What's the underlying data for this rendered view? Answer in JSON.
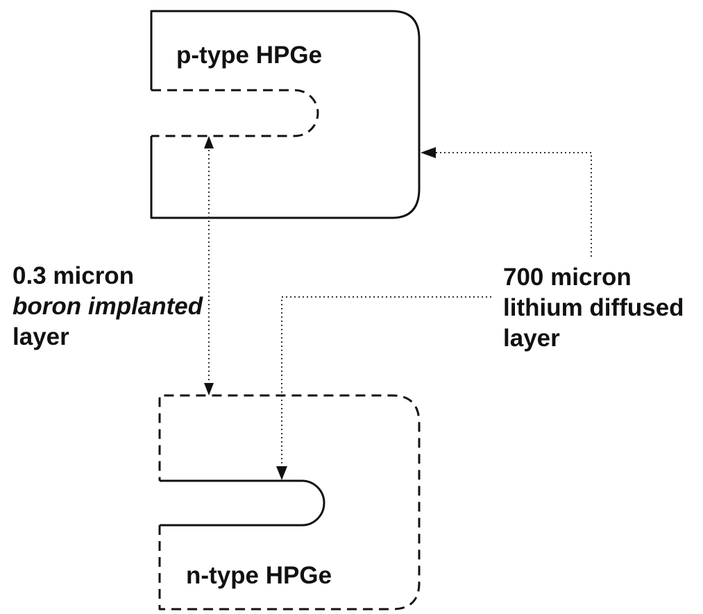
{
  "detector_p": {
    "label": "p-type HPGe",
    "contact_style": "solid outer, dashed bore"
  },
  "detector_n": {
    "label": "n-type HPGe",
    "contact_style": "dashed outer, solid bore"
  },
  "boron_layer": {
    "line1": "0.3 micron",
    "line2": "boron implanted",
    "line3": "layer"
  },
  "lithium_layer": {
    "line1": "700 micron",
    "line2": "lithium diffused",
    "line3": "layer"
  },
  "colors": {
    "ink": "#111111",
    "background": "#ffffff"
  }
}
